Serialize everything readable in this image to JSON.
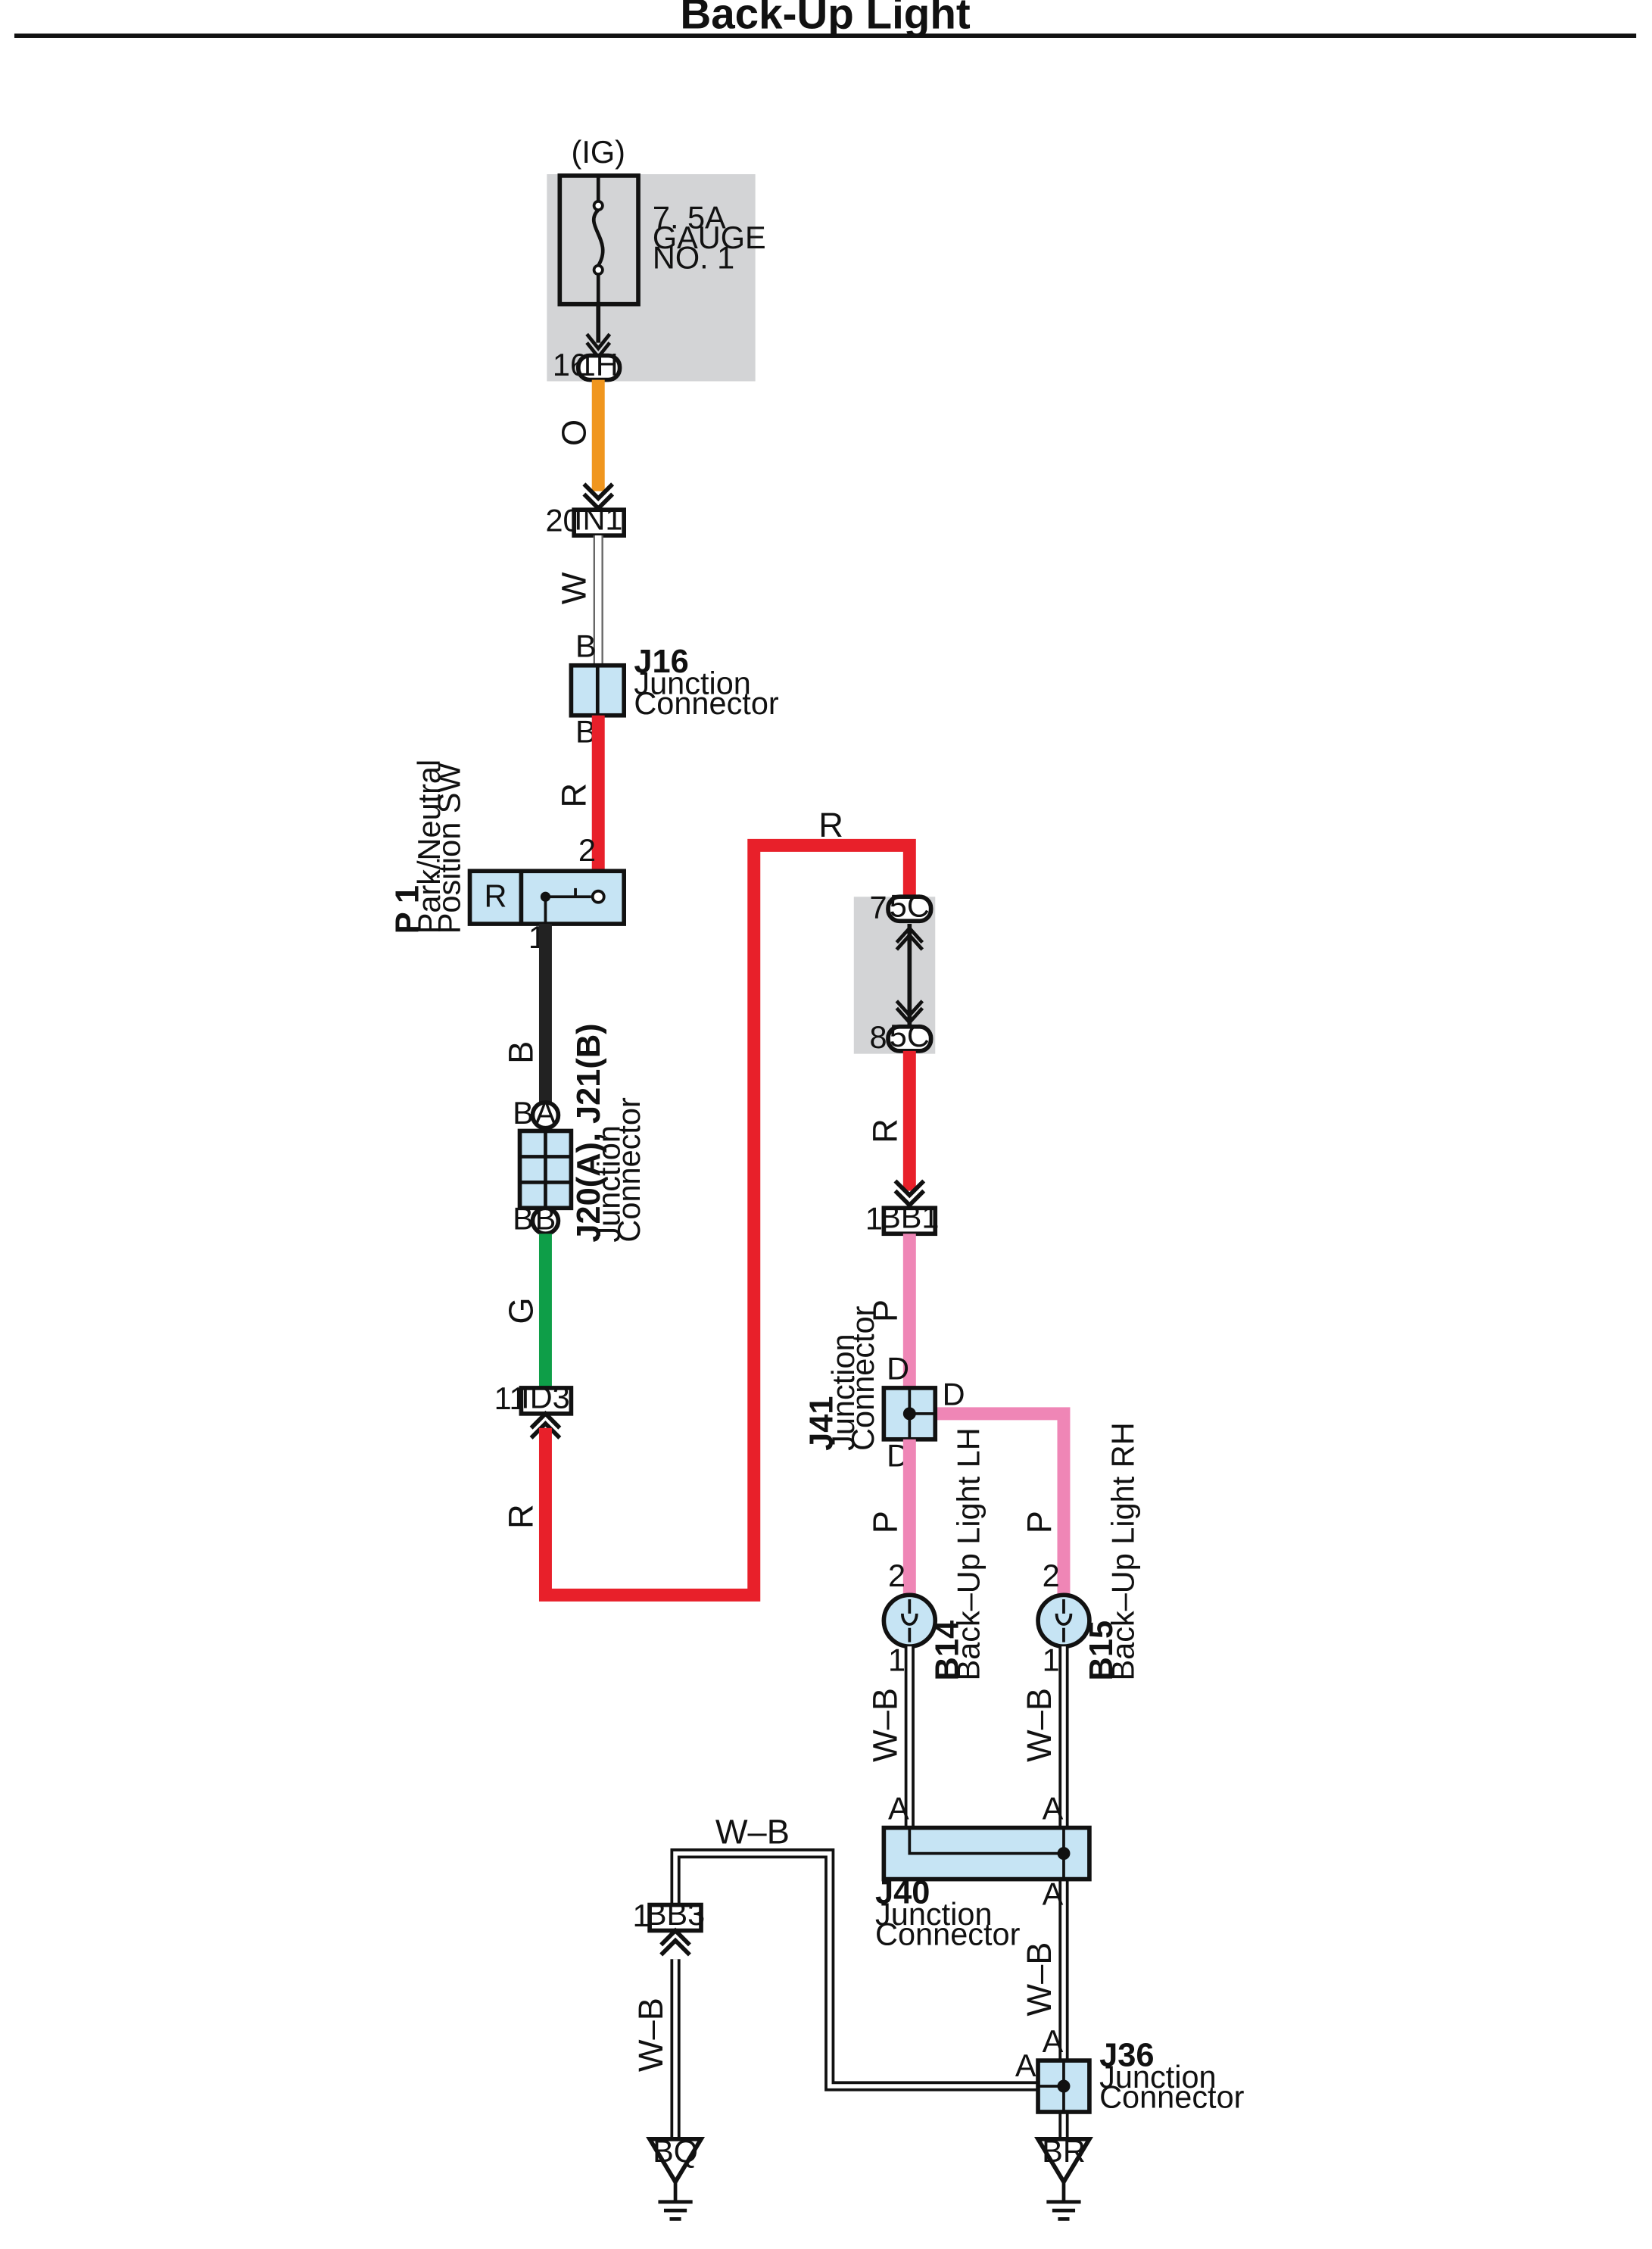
{
  "title": "Back-Up Light",
  "fuse": {
    "supply": "(IG)",
    "rating": "7. 5A",
    "name_line1": "GAUGE",
    "name_line2": "NO. 1",
    "pin": "16",
    "connector": "1H"
  },
  "wire_colors": {
    "O": "O",
    "W": "W",
    "R": "R",
    "B": "B",
    "G": "G",
    "P": "P",
    "WB": "W–B"
  },
  "colors": {
    "orange": "#f0961e",
    "red": "#e8202a",
    "black": "#222222",
    "green": "#0e9e48",
    "pink": "#ef86b6",
    "connector_fill": "#c6e4f4",
    "shade": "#d3d4d6"
  },
  "in1": {
    "pin": "20",
    "name": "IN1"
  },
  "j16": {
    "id": "J16",
    "line1": "Junction",
    "line2": "Connector",
    "pin_top": "B",
    "pin_bottom": "B"
  },
  "p1": {
    "id": "P 1",
    "line1": "Park/Neutral",
    "line2": "Position SW",
    "pin2": "2",
    "pin1": "1",
    "contact": "R"
  },
  "j20": {
    "id": "J20(A), J21(B)",
    "line1": "Junction",
    "line2": "Connector",
    "pin_top": "B",
    "pin_bottom": "B",
    "term_a": "A",
    "term_b": "B"
  },
  "id3": {
    "pin": "11",
    "name": "ID3"
  },
  "c5c": {
    "pin_top": "7",
    "pin_bottom": "8",
    "name": "5C"
  },
  "bb1": {
    "pin": "1",
    "name": "BB1"
  },
  "j41": {
    "id": "J41",
    "line1": "Junction",
    "line2": "Connector",
    "pin_top": "D",
    "pin_right": "D",
    "pin_bottom": "D"
  },
  "b14": {
    "id": "B14",
    "name": "Back–Up Light LH",
    "pin2": "2",
    "pin1": "1"
  },
  "b15": {
    "id": "B15",
    "name": "Back–Up Light RH",
    "pin2": "2",
    "pin1": "1"
  },
  "j40": {
    "id": "J40",
    "line1": "Junction",
    "line2": "Connector",
    "pin_a1": "A",
    "pin_a2": "A",
    "pin_a3": "A"
  },
  "j36": {
    "id": "J36",
    "line1": "Junction",
    "line2": "Connector",
    "pin_a1": "A",
    "pin_a2": "A"
  },
  "bb3": {
    "pin": "1",
    "name": "BB3"
  },
  "grounds": {
    "left": "BQ",
    "right": "BR"
  }
}
